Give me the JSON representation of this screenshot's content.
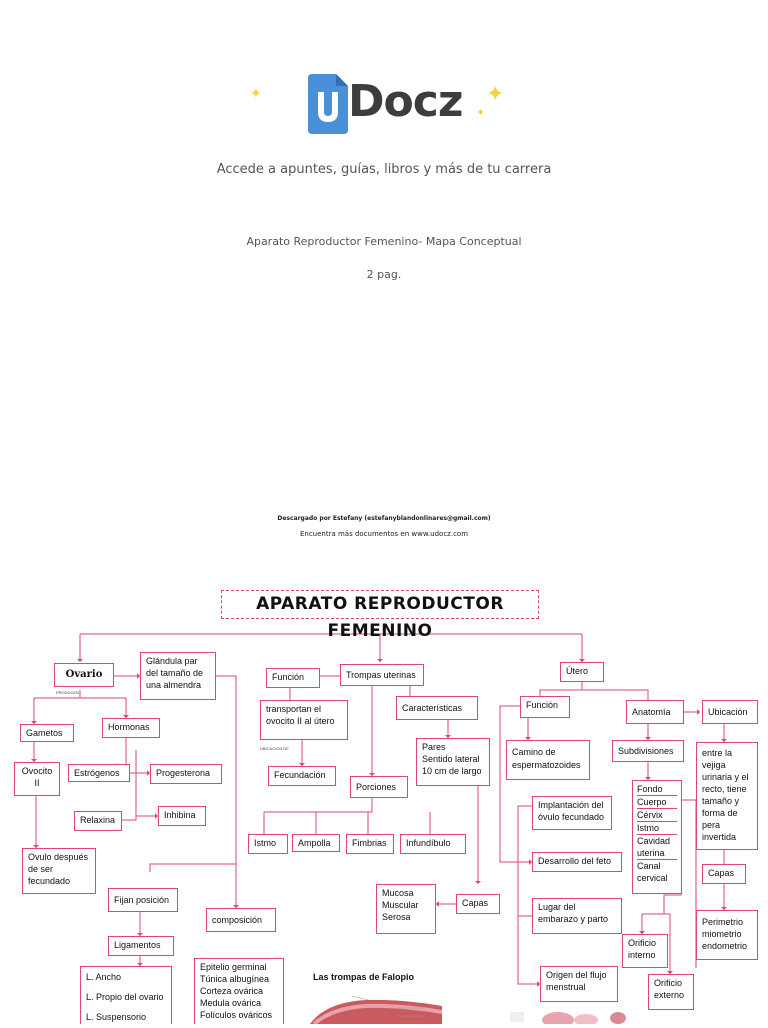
{
  "header": {
    "logo_text": "Docz",
    "logo_letter": "u",
    "tagline": "Accede a apuntes, guías, libros y más de tu carrera",
    "doc_title": "Aparato Reproductor Femenino- Mapa Conceptual",
    "pages": "2 pag.",
    "downloaded_by": "Descargado por Estefany (estefanyblandonlinares@gmail.com)",
    "more_docs": "Encuentra más documentos en www.udocz.com"
  },
  "colors": {
    "accent": "#e0447a",
    "logo_blue": "#4a90d9",
    "sparkle": "#f6d23c"
  },
  "map": {
    "title": "APARATO REPRODUCTOR FEMENINO",
    "ovario": "Ovario",
    "producen": "PRODUCEN",
    "glandula": "Glándula par del tamaño de una almendra",
    "gametos": "Gametos",
    "hormonas": "Hormonas",
    "ovocito": "Ovocito II",
    "estrogenos": "Estrógenos",
    "progesterona": "Progesterona",
    "relaxina": "Relaxina",
    "inhibina": "Inhibina",
    "ovulo": "Ovulo después de ser fecundado",
    "fijan": "Fijan posición",
    "ligamentos": "Ligamentos",
    "lig_list": [
      "L. Ancho",
      "L. Propio del ovario",
      "L. Suspensorio"
    ],
    "composicion": "composición",
    "comp_list": [
      "Epitelio germinal",
      "Túnica albugínea",
      "Corteza ovárica",
      "Medula ovárica",
      "Folículos ováricos"
    ],
    "trompas": "Trompas uterinas",
    "funcion_t": "Función",
    "transportan": "transportan el ovocito II al útero",
    "ubicacion_de": "UBICACIÓN DE",
    "fecundacion": "Fecundación",
    "caracteristicas": "Características",
    "pares": "Pares\nSentido lateral\n10 cm de largo",
    "porciones": "Porciones",
    "istmo": "Istmo",
    "ampolla": "Ampolla",
    "fimbrias": "Fimbrias",
    "infundibulo": "Infundíbulo",
    "capas_t": "Capas",
    "mucosa": "Mucosa\nMuscular\nSerosa",
    "utero": "Útero",
    "funcion_u": "Función",
    "camino": "Camino de espermatozoides",
    "implantacion": "Implantación del óvulo fecundado",
    "desarrollo": "Desarrollo del feto",
    "lugar": "Lugar del embarazo y parto",
    "origen": "Origen del flujo menstrual",
    "anatomia": "Anatomía",
    "subdivisiones": "Subdivisiones",
    "subdiv_list": [
      "Fondo",
      "Cuerpo",
      "Cérvix",
      "Istmo",
      "Cavidad uterina",
      "Canal cervical"
    ],
    "orificio_int": "Orificio interno",
    "orificio_ext": "Orificio externo",
    "ubicacion": "Ubicación",
    "ubic_text": "entre la vejiga urinaria y el recto, tiene tamaño y forma de pera invertida",
    "capas_u": "Capas",
    "perimetrio": "Perimetrio miometrio endometrio",
    "fig_title": "Las trompas de Falopio"
  }
}
